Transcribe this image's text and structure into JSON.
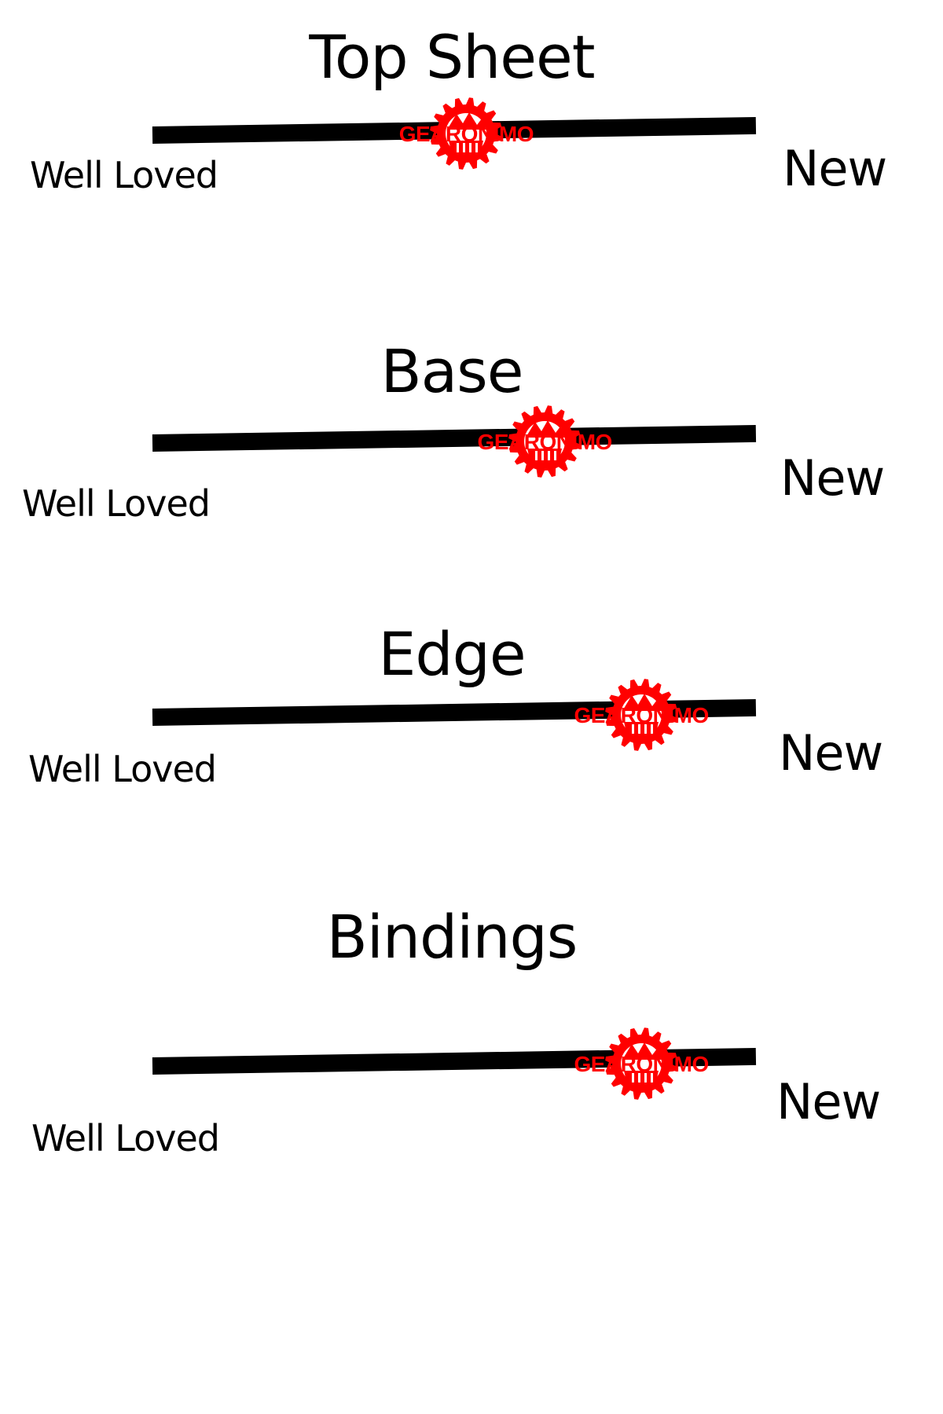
{
  "scales": [
    {
      "title": "Top Sheet",
      "min_label": "Well Loved",
      "max_label": "New",
      "rating": 0.52
    },
    {
      "title": "Base",
      "min_label": "Well Loved",
      "max_label": "New",
      "rating": 0.65
    },
    {
      "title": "Edge",
      "min_label": "Well Loved",
      "max_label": "New",
      "rating": 0.81
    },
    {
      "title": "Bindings",
      "min_label": "Well Loved",
      "max_label": "New",
      "rating": 0.81
    }
  ],
  "marker": {
    "brand_text": "GEARONIMO",
    "icon": "gear-mountain-logo-icon",
    "color": "#ff0000"
  }
}
